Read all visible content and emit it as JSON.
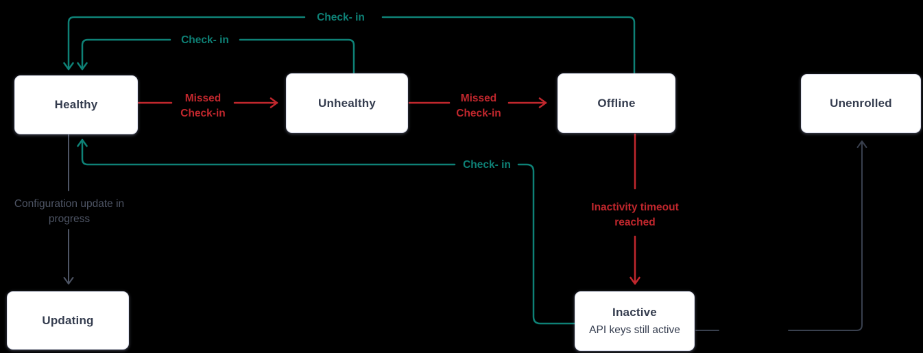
{
  "diagram": {
    "nodes": {
      "healthy": {
        "label": "Healthy"
      },
      "unhealthy": {
        "label": "Unhealthy"
      },
      "offline": {
        "label": "Offline"
      },
      "unenrolled": {
        "label": "Unenrolled"
      },
      "updating": {
        "label": "Updating"
      },
      "inactive": {
        "label": "Inactive",
        "sublabel": "API keys still active"
      }
    },
    "edge_labels": {
      "checkin_offline_to_healthy": "Check- in",
      "checkin_unhealthy_to_healthy": "Check- in",
      "checkin_inactive_to_healthy": "Check- in",
      "missed_healthy_to_unhealthy": "Missed Check-in",
      "missed_unhealthy_to_offline": "Missed Check-in",
      "inactivity_offline_to_inactive": "Inactivity timeout reached",
      "config_healthy_to_updating": "Configuration update in progress"
    }
  },
  "colors": {
    "background": "#000000",
    "teal": "#0e8176",
    "red": "#c1272d",
    "gray": "#4e5565",
    "dark": "#39404e",
    "box_bg": "#ffffff",
    "box_border": "#e0e3f0",
    "box_text": "#343c4e"
  }
}
